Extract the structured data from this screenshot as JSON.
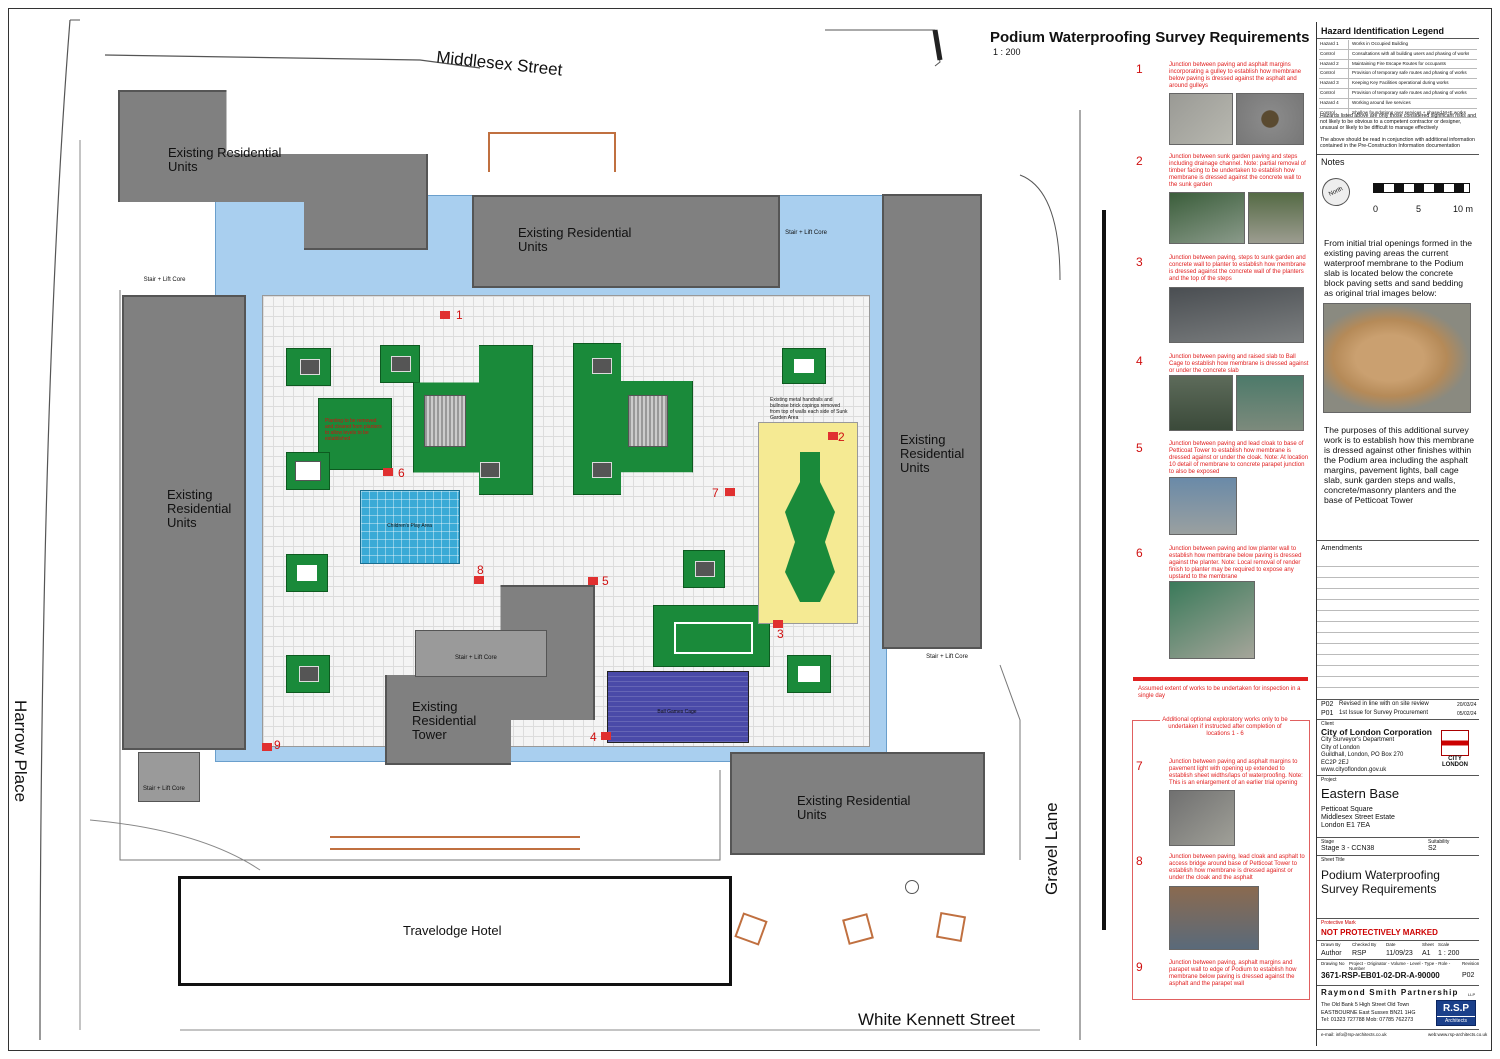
{
  "title": "Podium Waterproofing Survey Requirements",
  "scale": "1 : 200",
  "streets": {
    "middlesex": "Middlesex Street",
    "harrow": "Harrow Place",
    "gravel": "Gravel Lane",
    "white_kennett": "White Kennett Street"
  },
  "buildings": {
    "res_top_left": "Existing Residential Units",
    "res_top_mid": "Existing Residential Units",
    "res_left": "Existing Residential Units",
    "res_right": "Existing Residential Units",
    "res_bottom_right": "Existing Residential Units",
    "tower": "Existing Residential Tower",
    "hotel": "Travelodge Hotel"
  },
  "plan_labels": {
    "stair_lift": "Stair + Lift Core",
    "childrens_play": "Children's Play Area",
    "ball_cage": "Ball Games Cage",
    "handrail_note": "Existing metal handrails and bullnose brick copings removed from top of walls each side of Sunk Garden Area",
    "planter_note": "Planting to be removed and cleared from planters to allow levels to be established"
  },
  "markers": [
    "1",
    "2",
    "3",
    "4",
    "5",
    "6",
    "7",
    "8",
    "9"
  ],
  "survey_items": [
    {
      "num": "1",
      "text": "Junction between paving and asphalt margins incorporating a gulley to establish how membrane below paving is dressed against the asphalt and around gulleys"
    },
    {
      "num": "2",
      "text": "Junction between sunk garden paving and steps including drainage channel. Note: partial removal of timber facing to be undertaken to establish how membrane is dressed against the concrete wall to the sunk garden"
    },
    {
      "num": "3",
      "text": "Junction between paving, steps to sunk garden and concrete wall to planter to establish how membrane is dressed against the concrete wall of the planters and the top of the steps"
    },
    {
      "num": "4",
      "text": "Junction between paving and raised slab to Ball Cage to establish how membrane is dressed against or under the concrete slab"
    },
    {
      "num": "5",
      "text": "Junction between paving and lead cloak to base of Petticoat Tower to establish how membrane is dressed against or under the cloak. Note: At location 10 detail of membrane to concrete parapet junction to also be exposed"
    },
    {
      "num": "6",
      "text": "Junction between paving and low planter wall to establish how membrane below paving is dressed against the planter. Note: Local removal of render finish to planter may be required to expose any upstand to the membrane"
    }
  ],
  "assumed_extent": "Assumed extent of works to be undertaken for inspection in a single day",
  "additional_header": "Additional optional exploratory works only to be undertaken if instructed after completion of locations 1 - 6",
  "survey_items_extra": [
    {
      "num": "7",
      "text": "Junction between paving and asphalt margins to pavement light with opening up extended to establish sheet widths/laps of waterproofing. Note: This is an enlargement of an earlier trial opening"
    },
    {
      "num": "8",
      "text": "Junction between paving, lead cloak and asphalt to access bridge around base of Petticoat Tower to establish how membrane is dressed against or under the cloak and the asphalt"
    },
    {
      "num": "9",
      "text": "Junction between paving, asphalt margins and parapet wall to edge of Podium to establish how membrane below paving is dressed against the asphalt and the parapet wall"
    }
  ],
  "legend": {
    "title": "Hazard Identification Legend",
    "rows": [
      {
        "k": "Hazard 1",
        "v": "Works in Occupied Building"
      },
      {
        "k": "Control",
        "v": "Consultations with all building users and phasing of works"
      },
      {
        "k": "Hazard 2",
        "v": "Maintaining Fire Escape Routes for occupants"
      },
      {
        "k": "Control",
        "v": "Provision of temporary safe routes and phasing of works"
      },
      {
        "k": "Hazard 3",
        "v": "Keeping Key Facilities operational during works"
      },
      {
        "k": "Control",
        "v": "Provision of temporary safe routes and phasing of works"
      },
      {
        "k": "Hazard 4",
        "v": "Working around live services"
      },
      {
        "k": "Control",
        "v": "Shallow foundations over services + phased M+E works"
      }
    ],
    "note1": "Hazards listed above are only those considered significant risks and not likely to be obvious to a competent contractor or designer, unusual or likely to be difficult to manage effectively",
    "note2": "The above should be read in conjunction with additional information contained in the Pre-Construction Information documentation"
  },
  "notes": {
    "title": "Notes",
    "north": "North",
    "scale_ticks": [
      "0",
      "5",
      "10 m"
    ],
    "para1": "From initial trial openings formed in the existing paving areas the current waterproof membrane to the Podium slab is located below the concrete block paving setts and sand bedding as original trial images below:",
    "para2": "The purposes of this additional survey work is to establish how this membrane is dressed against other finishes within the Podium area including the asphalt margins, pavement lights, ball cage slab, sunk garden steps and walls, concrete/masonry planters and the base of Petticoat Tower"
  },
  "amendments": {
    "title": "Amendments",
    "rows": [
      {
        "rev": "P02",
        "desc": "Revised in line with on site review",
        "date": "20/03/24"
      },
      {
        "rev": "P01",
        "desc": "1st Issue for Survey Procurement",
        "date": "05/02/24"
      }
    ]
  },
  "client": {
    "label": "Client",
    "name": "City of London Corporation",
    "lines": [
      "City Surveyor's Department",
      "City of London",
      "Guildhall, London, PO Box 270",
      "EC2P 2EJ",
      "www.cityoflondon.gov.uk"
    ],
    "logo": "CITY LONDON"
  },
  "project": {
    "label": "Project",
    "name": "Eastern Base",
    "lines": [
      "Petticoat Square",
      "Middlesex Street Estate",
      "London E1 7EA"
    ]
  },
  "stage": {
    "label": "Stage",
    "value": "Stage 3 - CCN38",
    "suit_label": "Suitability",
    "suit_value": "S2"
  },
  "sheet": {
    "label": "Sheet Title",
    "value": "Podium Waterproofing Survey Requirements"
  },
  "protective": {
    "label": "Protective Mark",
    "value": "NOT PROTECTIVELY MARKED"
  },
  "drawn": {
    "headers": [
      "Drawn By",
      "Checked By",
      "Date",
      "Sheet",
      "Scale"
    ],
    "values": [
      "Author",
      "RSP",
      "11/09/23",
      "A1",
      "1 : 200"
    ]
  },
  "drawing": {
    "headers": [
      "Drawing No",
      "Project - Originator - Volume - Level - Type - Role - Number",
      "Revision"
    ],
    "number": "3671-RSP-EB01-02-DR-A-90000",
    "rev": "P02"
  },
  "firm": {
    "name": "Raymond Smith Partnership",
    "llp": "LLP",
    "logo_top": "R.S.P",
    "logo_bottom": "Architects",
    "addr": [
      "The Old Bank  5 High Street  Old Town",
      "EASTBOURNE  East Sussex  BN21 1HG",
      "Tel: 01323 727788  Mob: 07785 762273"
    ],
    "email": "e-mail: info@rsp-architects.co.uk",
    "web": "web:www.rsp-architects.co.uk"
  }
}
